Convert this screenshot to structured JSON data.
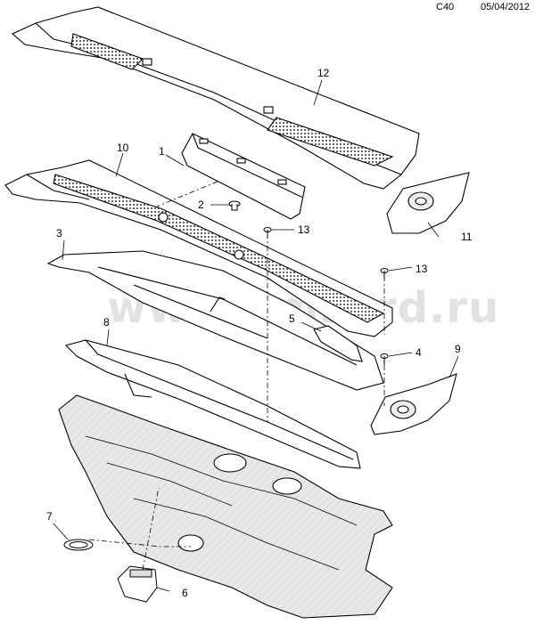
{
  "header": {
    "code": "C40",
    "date": "05/04/2012"
  },
  "watermark": "www.gmskrd.ru",
  "callouts": [
    "1",
    "2",
    "3",
    "4",
    "5",
    "6",
    "7",
    "8",
    "9",
    "10",
    "11",
    "12",
    "13",
    "13"
  ],
  "colors": {
    "line": "#000000",
    "mesh": "#555555",
    "insulator": "#e6e6e6",
    "background": "#ffffff"
  }
}
